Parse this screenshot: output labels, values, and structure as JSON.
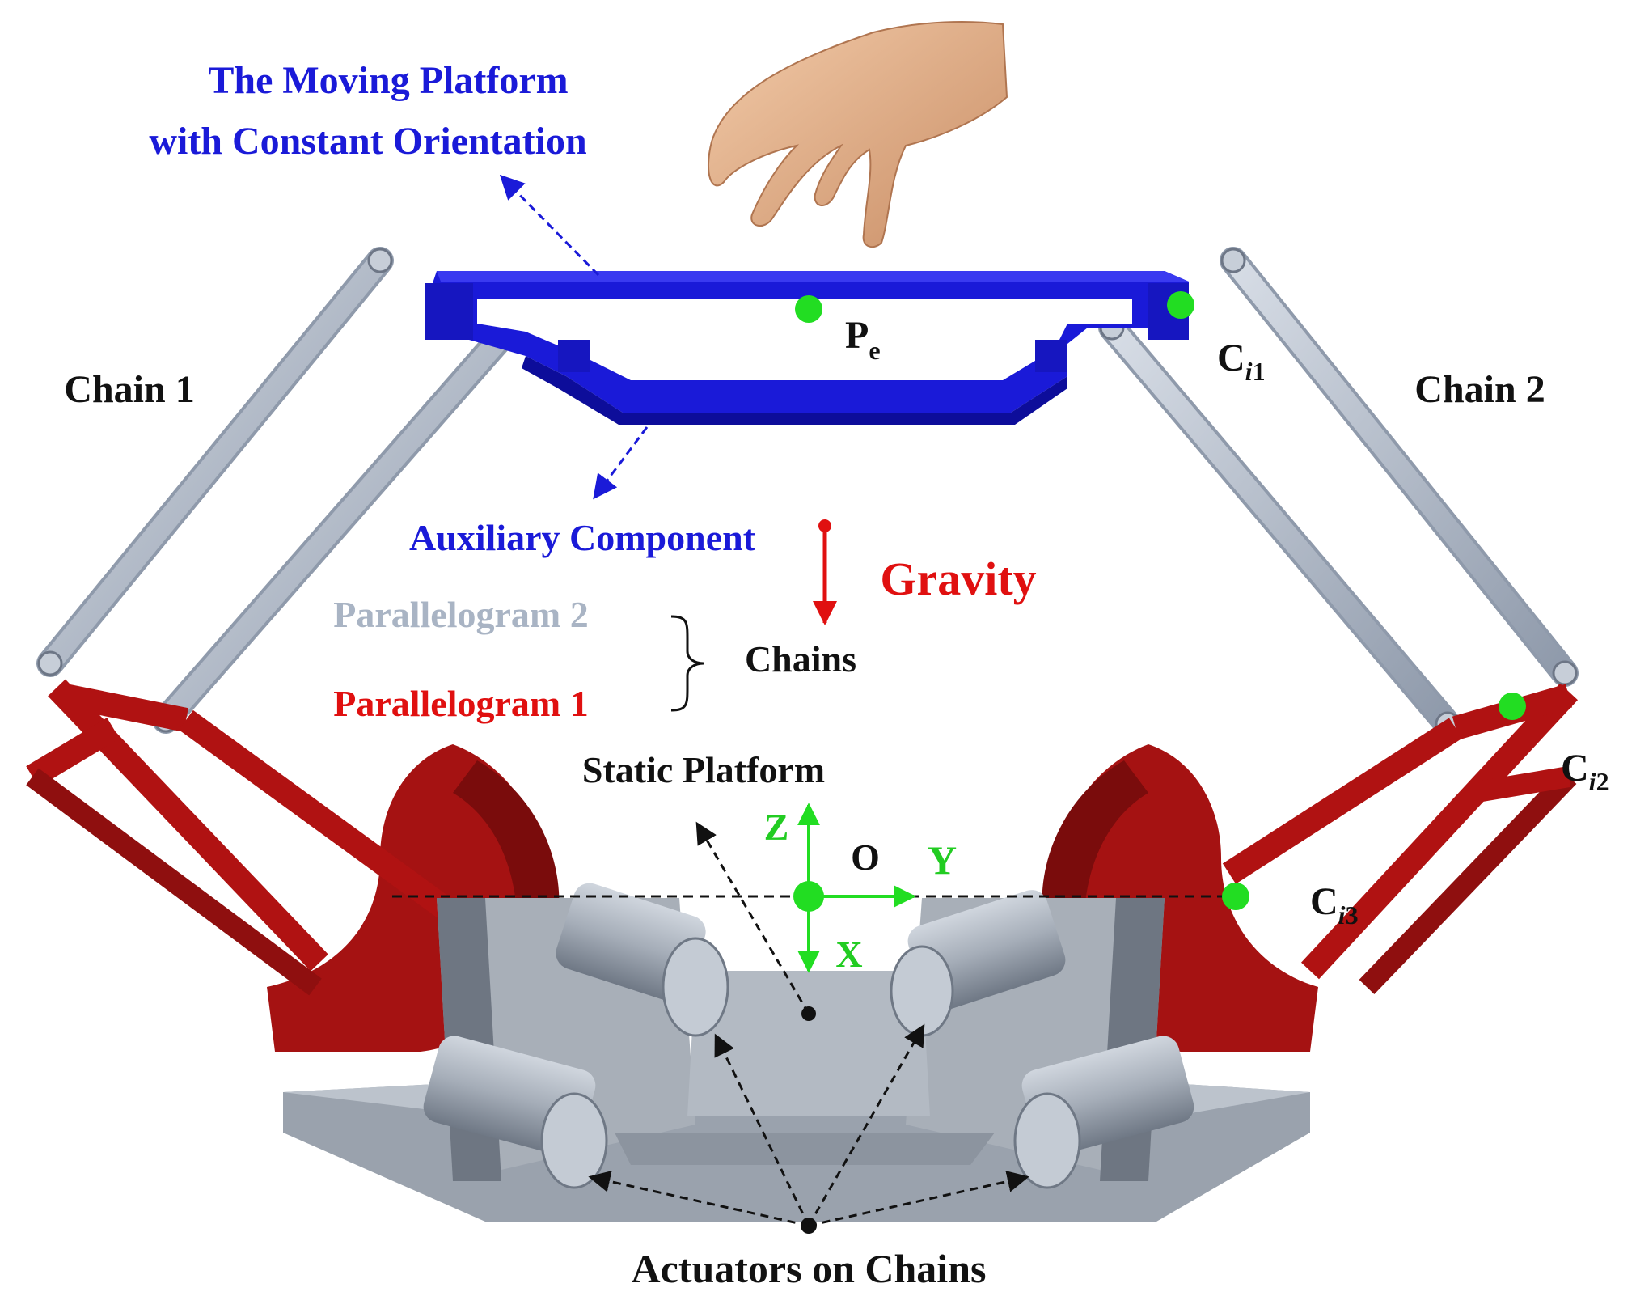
{
  "labels": {
    "moving_platform_line1": "The Moving Platform",
    "moving_platform_line2": "with Constant Orientation",
    "point_pe_main": "P",
    "point_pe_sub": "e",
    "point_ci1_main": "C",
    "point_ci1_sub_i": "i",
    "point_ci1_sub_n": "1",
    "chain1": "Chain 1",
    "chain2": "Chain 2",
    "auxiliary_component": "Auxiliary Component",
    "gravity": "Gravity",
    "parallelogram2": "Parallelogram 2",
    "parallelogram1": "Parallelogram 1",
    "chains": "Chains",
    "static_platform": "Static Platform",
    "point_ci2_main": "C",
    "point_ci2_sub_i": "i",
    "point_ci2_sub_n": "2",
    "point_ci3_main": "C",
    "point_ci3_sub_i": "i",
    "point_ci3_sub_n": "3",
    "axis_z": "Z",
    "axis_o": "O",
    "axis_y": "Y",
    "axis_x": "X",
    "actuators": "Actuators on Chains"
  },
  "colors": {
    "moving_platform": "#1a1ad8",
    "parallelogram1": "#b01010",
    "parallelogram2": "#a9b4c4",
    "static_platform": "#a8afb8",
    "gravity": "#e01010",
    "points": "#22dd22",
    "axes": "#22dd22"
  }
}
